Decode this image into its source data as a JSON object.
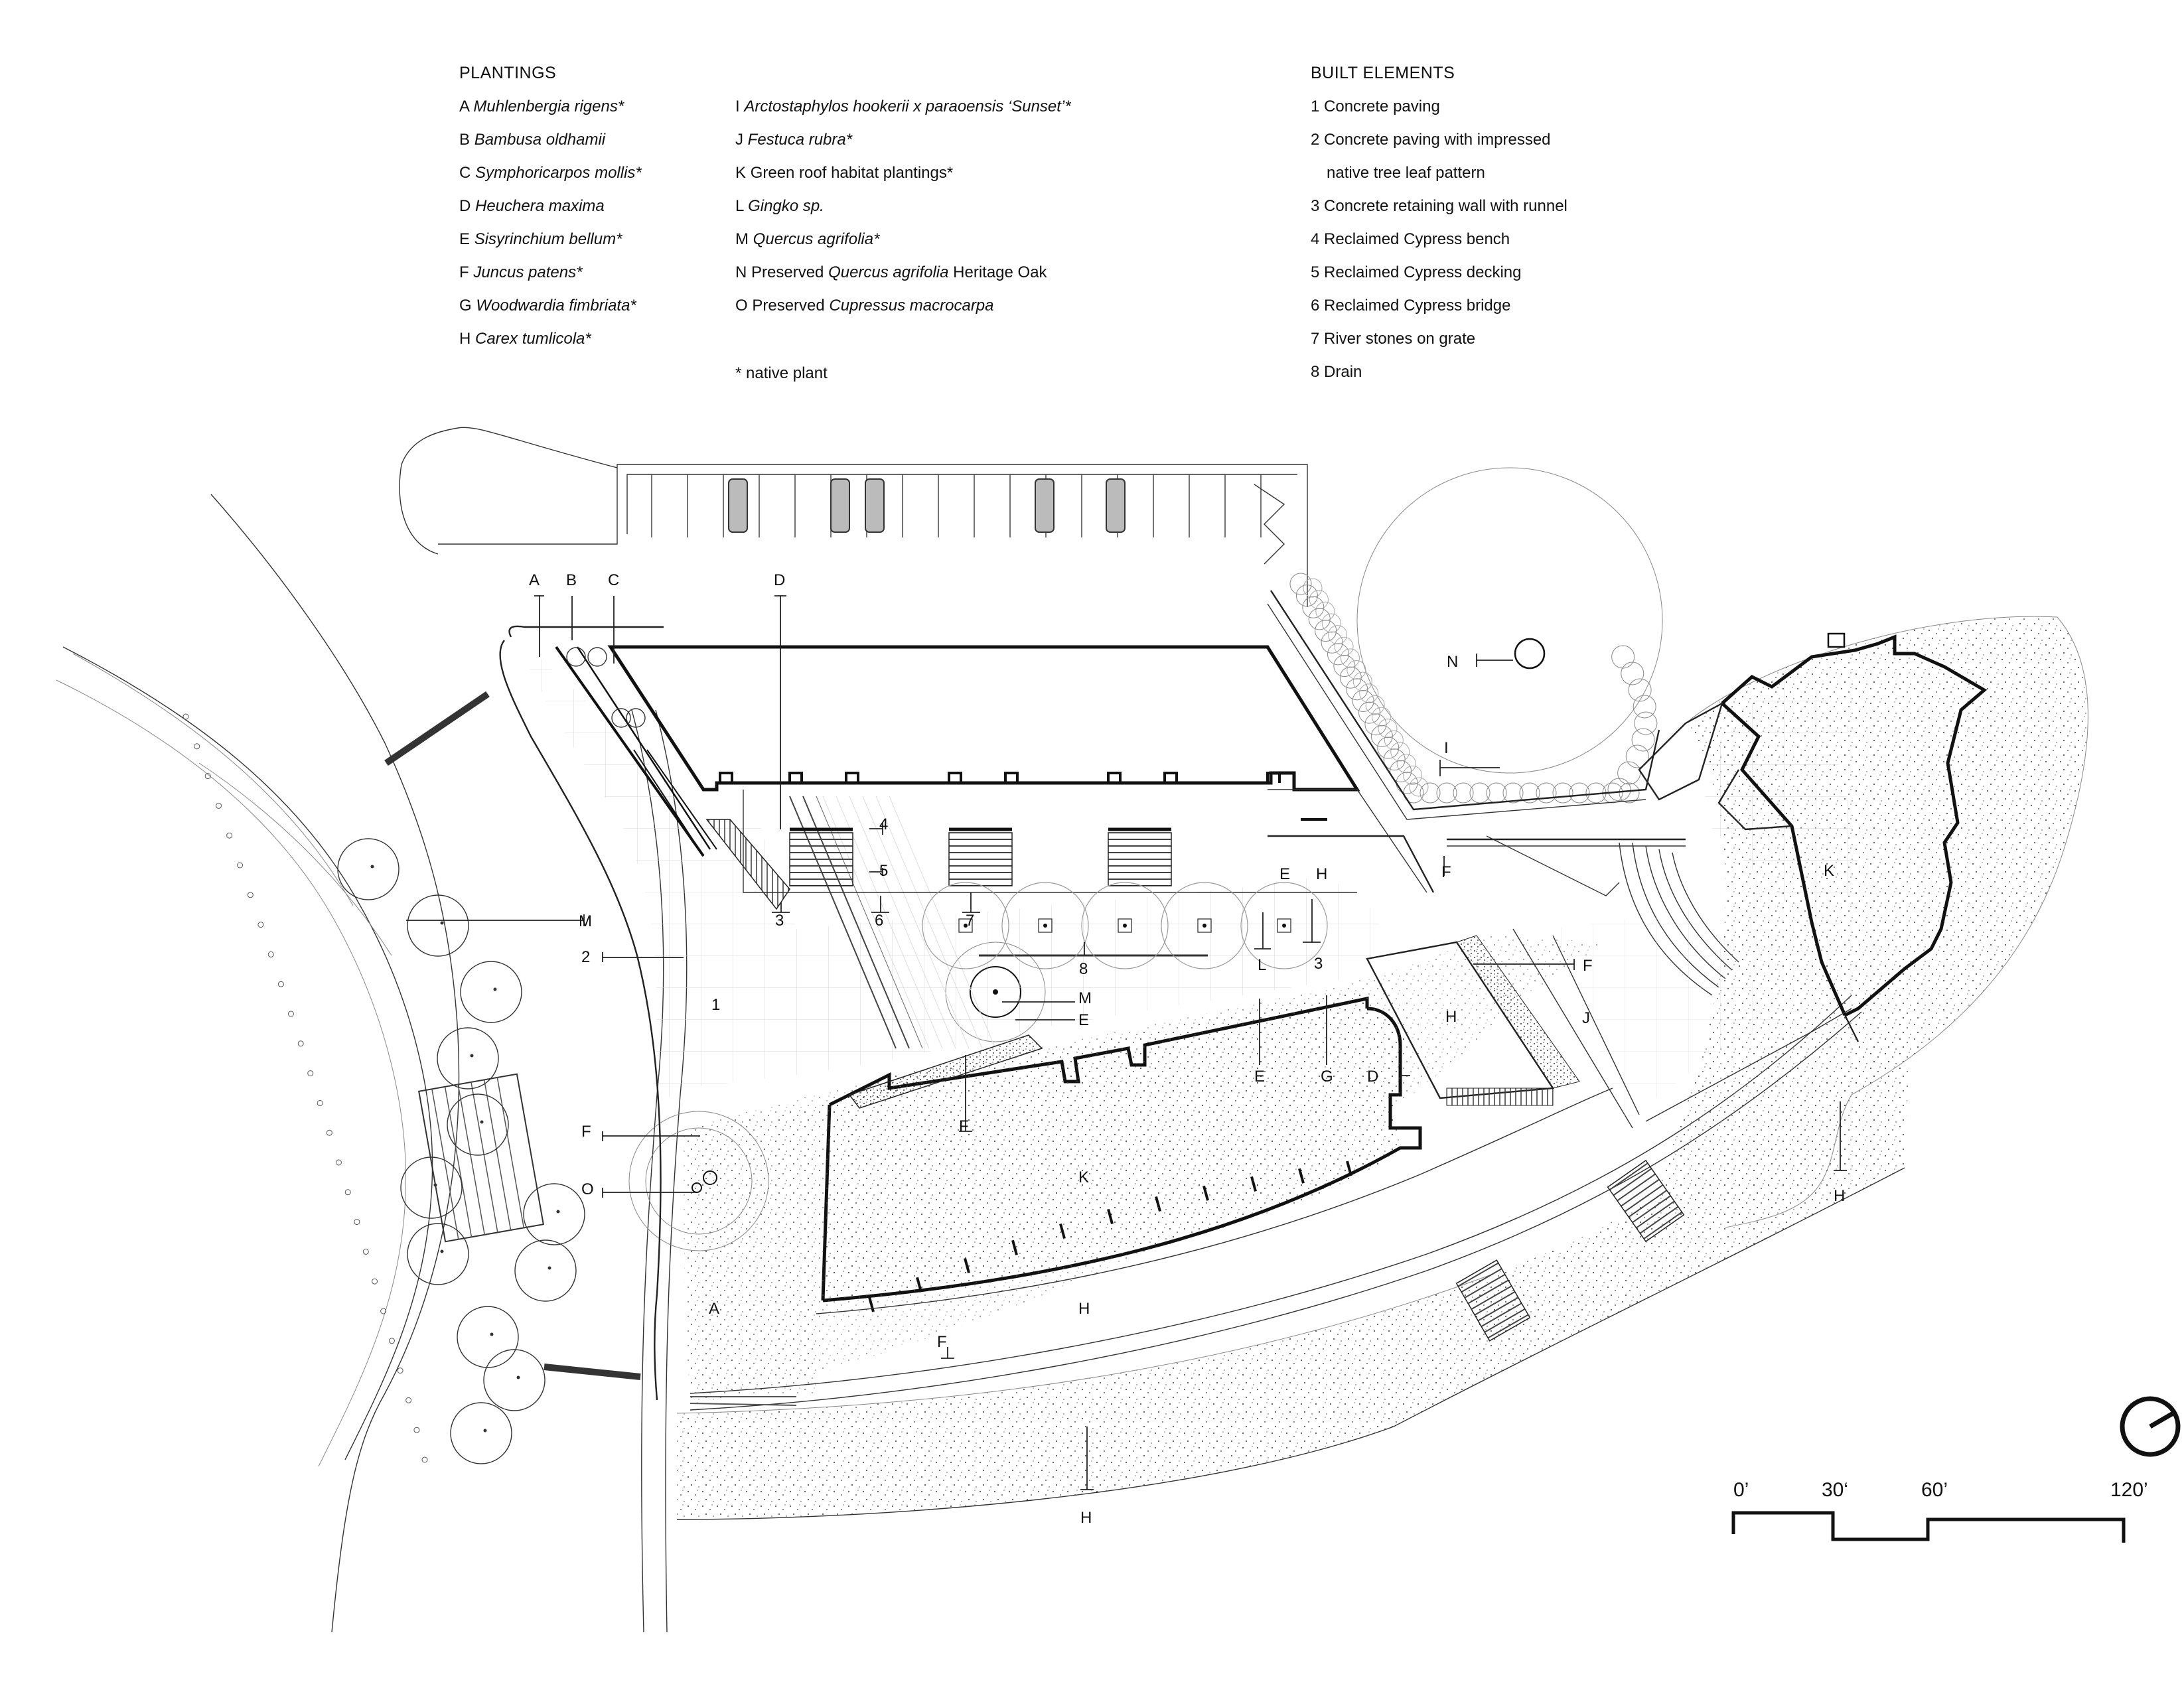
{
  "legend": {
    "plantings_title": "PLANTINGS",
    "built_title": "BUILT ELEMENTS",
    "native_note": "* native plant",
    "plantings": [
      {
        "key": "A",
        "pre": "",
        "ital": "Muhlenbergia rigens*",
        "post": ""
      },
      {
        "key": "B",
        "pre": "",
        "ital": "Bambusa oldhamii",
        "post": ""
      },
      {
        "key": "C",
        "pre": "",
        "ital": "Symphoricarpos mollis*",
        "post": ""
      },
      {
        "key": "D",
        "pre": "",
        "ital": "Heuchera maxima",
        "post": ""
      },
      {
        "key": "E",
        "pre": "",
        "ital": "Sisyrinchium bellum*",
        "post": ""
      },
      {
        "key": "F",
        "pre": "",
        "ital": "Juncus patens*",
        "post": ""
      },
      {
        "key": "G",
        "pre": "",
        "ital": "Woodwardia fimbriata*",
        "post": ""
      },
      {
        "key": "H",
        "pre": "",
        "ital": "Carex tumlicola*",
        "post": ""
      },
      {
        "key": "I",
        "pre": "",
        "ital": "Arctostaphylos hookerii x paraoensis ‘Sunset’*",
        "post": ""
      },
      {
        "key": "J",
        "pre": "",
        "ital": "Festuca rubra*",
        "post": ""
      },
      {
        "key": "K",
        "pre": "Green roof habitat plantings*",
        "ital": "",
        "post": ""
      },
      {
        "key": "L",
        "pre": "",
        "ital": "Gingko sp.",
        "post": ""
      },
      {
        "key": "M",
        "pre": "",
        "ital": "Quercus agrifolia*",
        "post": ""
      },
      {
        "key": "N",
        "pre": "Preserved ",
        "ital": "Quercus agrifolia",
        "post": " Heritage Oak"
      },
      {
        "key": "O",
        "pre": "Preserved ",
        "ital": "Cupressus macrocarpa",
        "post": ""
      }
    ],
    "built": [
      "1  Concrete paving",
      "2  Concrete paving with impressed",
      "native tree leaf pattern",
      "3  Concrete retaining wall with runnel",
      "4  Reclaimed Cypress bench",
      "5  Reclaimed Cypress decking",
      "6  Reclaimed Cypress bridge",
      "7  River stones on grate",
      "8 Drain"
    ]
  },
  "labels": {
    "A": "A",
    "B": "B",
    "C": "C",
    "D": "D",
    "E": "E",
    "F": "F",
    "G": "G",
    "H": "H",
    "I": "I",
    "J": "J",
    "K": "K",
    "L": "L",
    "M": "M",
    "N": "N",
    "O": "O",
    "n1": "1",
    "n2": "2",
    "n3": "3",
    "n4": "4",
    "n5": "5",
    "n6": "6",
    "n7": "7",
    "n8": "8"
  },
  "scale": {
    "ticks": [
      "0’",
      "30‘",
      "60’",
      "120’"
    ]
  }
}
